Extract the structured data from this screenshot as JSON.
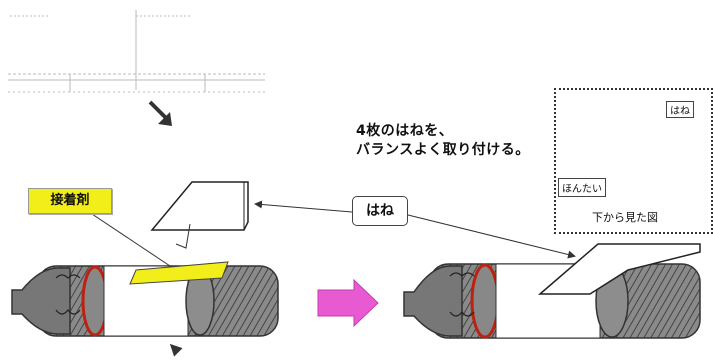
{
  "instruction": {
    "line1": "4枚のはねを、",
    "line2": "バランスよく取り付ける。"
  },
  "labels": {
    "adhesive": "接着剤",
    "wing": "はね"
  },
  "inset": {
    "caption": "下から見た図",
    "wing_label": "はね",
    "funnel_label": "ほんたい"
  },
  "colors": {
    "adhesive_box": "#f2ee1a",
    "arrow_pink": "#e85ad1",
    "band_red": "#c0392b",
    "bottle": "#555555"
  },
  "icons": [
    "down-right-arrow-icon",
    "pink-right-arrow-icon",
    "pointer-arrow-icon"
  ]
}
